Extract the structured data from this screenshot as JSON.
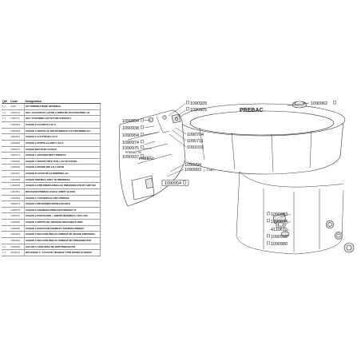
{
  "table": {
    "headers": {
      "qty": "Qté",
      "code": "Code",
      "desc": "Désignation"
    },
    "rows": [
      {
        "qty": "1-1",
        "code": "A623",
        "desc": "KIT ROBINETTERIE INTERBAC"
      },
      {
        "qty": "1-1",
        "code": "1090704",
        "desc": "SAC 10 ECROUS LAITON A EMBASE FIXATION BIDE 1/2"
      },
      {
        "qty": "1-1",
        "code": "1090711",
        "desc": "SAC 10 RONDELLES NYLON 20X23X1,5"
      },
      {
        "qty": "",
        "code": "1090863",
        "desc": "COQUE 5 CLAPETS LAC 5"
      },
      {
        "qty": "",
        "code": "1090864",
        "desc": "COQUE 5 JOINTS CLAPETS PREBAC 5X 5/7ROBINELAC..."
      },
      {
        "qty": "",
        "code": "1090961",
        "desc": "COQUE 1 FLOTTEUR LAC 5"
      },
      {
        "qty": "",
        "code": "1090962",
        "desc": "COQUE 1 PORTE-CLAPET LAC 5"
      },
      {
        "qty": "",
        "code": "1090971",
        "desc": "COQUE BICLOUR LACBAC"
      },
      {
        "qty": "",
        "code": "1090974",
        "desc": "COQUE 1 VIDANGE BECT PREBAC"
      },
      {
        "qty": "",
        "code": "1090920",
        "desc": "COQUE 5 JOINTS TETE TOR. LAC 5/5-T25/30..."
      },
      {
        "qty": "",
        "code": "1090925",
        "desc": "COQUE 1 ERODE M/F 1/2 LAITON"
      },
      {
        "qty": "",
        "code": "1090937",
        "desc": "COQUE FLOTTEUR TH PREB/BGLAC"
      },
      {
        "qty": "",
        "code": "1090938",
        "desc": "COQUE PORTECLAPET TH PREB/BAC"
      },
      {
        "qty": "",
        "code": "1090950",
        "desc": "COQUE 1 ROB PREBAC/INGLAC PRESSION STD BT 0/3P 012"
      },
      {
        "qty": "",
        "code": "1090954",
        "desc": "BOUCHON PREBAC OVALE AMINT 12 2018"
      },
      {
        "qty": "",
        "code": "1090962",
        "desc": "COQUE 1 COUVERCLE CIRC PREBAC"
      },
      {
        "qty": "",
        "code": "1090974",
        "desc": "COQUE 2 MOYENNES EPINGLES INOX"
      },
      {
        "qty": "",
        "code": "1090975",
        "desc": "COQUE 2 GRANDES EPINGLES PREBAC 70"
      },
      {
        "qty": "",
        "code": "1090970",
        "desc": "COQUE 2 BOUCHONS + JOINTS INTERBAC / BAC 030"
      },
      {
        "qty": "",
        "code": "1090982",
        "desc": "COQUE 2 JOINTS DE VIDANGE RECTANGULAIRE"
      },
      {
        "qty": "",
        "code": "1090990",
        "desc": "COQUE 1 BOUCHON COMPLET ANCIENS PREBAC"
      },
      {
        "qty": "",
        "code": "1090993",
        "desc": "COQUE 1 BICLOUR INGLAC PREBAC BT BASSE PRESSION"
      },
      {
        "qty": "",
        "code": "1090994",
        "desc": "COQUE 1 BICLOUR INGLAC PREBAC BT PRESSION STD"
      },
      {
        "qty": "1-1",
        "code": "1090800",
        "desc": "SAC DE 5 AXES INOX DE ROB PREBAC/TR"
      },
      {
        "qty": "1-1",
        "code": "4110610",
        "desc": "BOUCHON 1\" 1/4 POUR VIDANGE TYPE PASSE CLOISON"
      }
    ]
  },
  "diagram": {
    "title_main": "PREBAC",
    "title_insert": "PREBAC",
    "labels": {
      "l1090962": "1090962",
      "l1090928": "1090928",
      "l1090925": "1090925",
      "l1090854": "1090854",
      "l1090938": "1090938",
      "l1090704": "1090704",
      "l1090711": "1090711",
      "l1091010": "1091010",
      "l1090954a": "1090954",
      "l1090974": "1090974",
      "l1090975": "1090975",
      "l1090975_sub": "PREBAC 30",
      "l1090937": "1090937",
      "l1090994": "1090994",
      "l1090993": "1090993",
      "l1090993_note": "(~1 bar)",
      "l1090954b": "1090954",
      "l1090983": "1090983",
      "l1090874": "1090874",
      "l4110610": "4110610",
      "l1090990": "1090990",
      "l1090980": "1090980"
    }
  }
}
